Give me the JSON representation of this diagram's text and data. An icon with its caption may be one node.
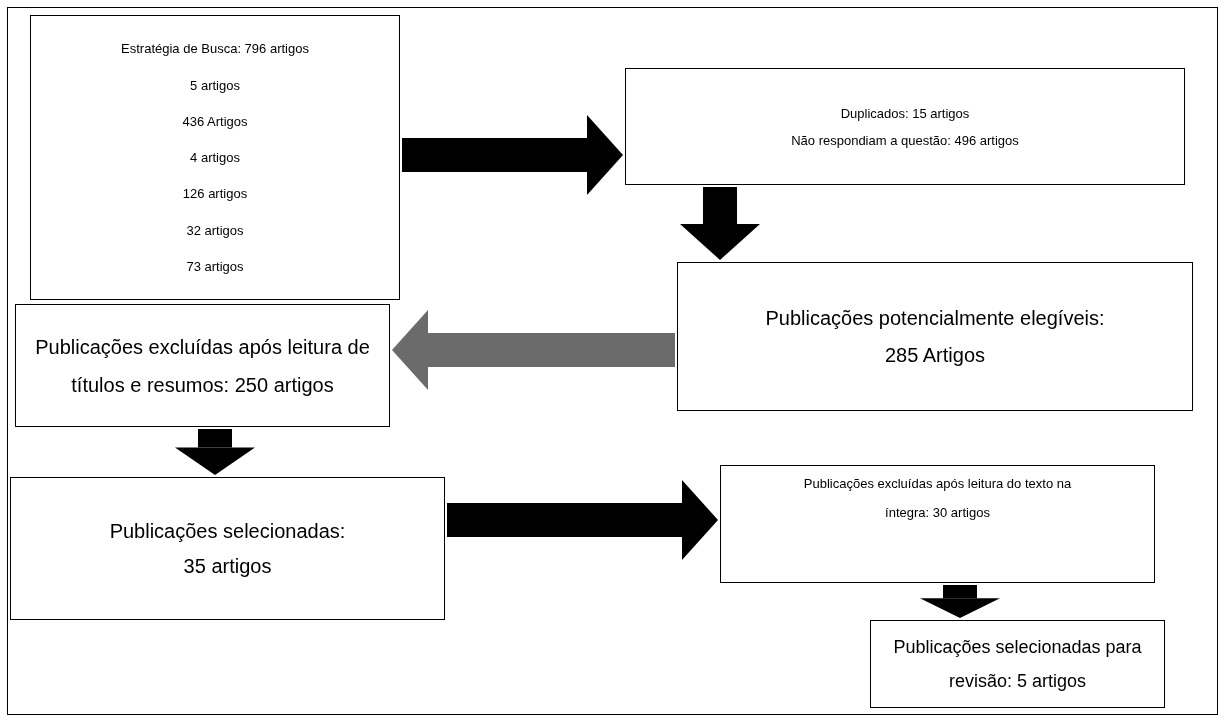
{
  "diagram": {
    "nodes": [
      {
        "text": [
          "Estratégia de Busca: 796 artigos",
          "5 artigos",
          "436 Artigos",
          "4 artigos",
          "126 artigos",
          "32 artigos",
          "73 artigos"
        ]
      },
      {
        "text": [
          "Duplicados: 15 artigos",
          "Não respondiam a questão: 496 artigos"
        ]
      },
      {
        "text": [
          "Publicações potencialmente elegíveis:",
          "285 Artigos"
        ]
      },
      {
        "text": [
          "Publicações excluídas após leitura de títulos e resumos: 250 artigos"
        ]
      },
      {
        "text": [
          "Publicações selecionadas:",
          "35 artigos"
        ]
      },
      {
        "text": [
          "Publicações excluídas após leitura do texto na íntegra: 30 artigos"
        ]
      },
      {
        "text": [
          "Publicações selecionadas para revisão: 5 artigos"
        ]
      }
    ],
    "edges": [
      {
        "from": 0,
        "to": 1,
        "arrow": "to"
      },
      {
        "from": 1,
        "to": 2,
        "arrow": "to"
      },
      {
        "from": 2,
        "to": 3,
        "arrow": "to",
        "color": "#6b6b6b"
      },
      {
        "from": 3,
        "to": 4,
        "arrow": "to"
      },
      {
        "from": 4,
        "to": 5,
        "arrow": "to"
      },
      {
        "from": 5,
        "to": 6,
        "arrow": "to"
      }
    ]
  }
}
